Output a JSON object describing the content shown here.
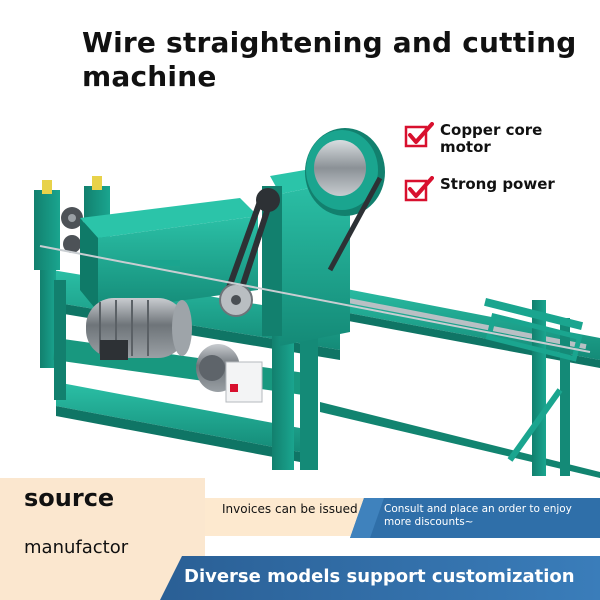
{
  "title": "Wire straightening and cutting machine",
  "features": [
    {
      "text": "Copper core motor",
      "icon": "checkbox-check-icon"
    },
    {
      "text": "Strong power",
      "icon": "checkbox-check-icon"
    }
  ],
  "footer": {
    "source_word": "source",
    "manufactor_word": "manufactor",
    "invoices": "Invoices can be issued",
    "consult": "Consult and place an order to enjoy more discounts~",
    "customization": "Diverse models support customization"
  },
  "colors": {
    "machine_green": "#1aa58f",
    "accent_red": "#d8102e",
    "footer_blue": "#2f6fa9",
    "footer_peach": "#fbe7cf"
  }
}
